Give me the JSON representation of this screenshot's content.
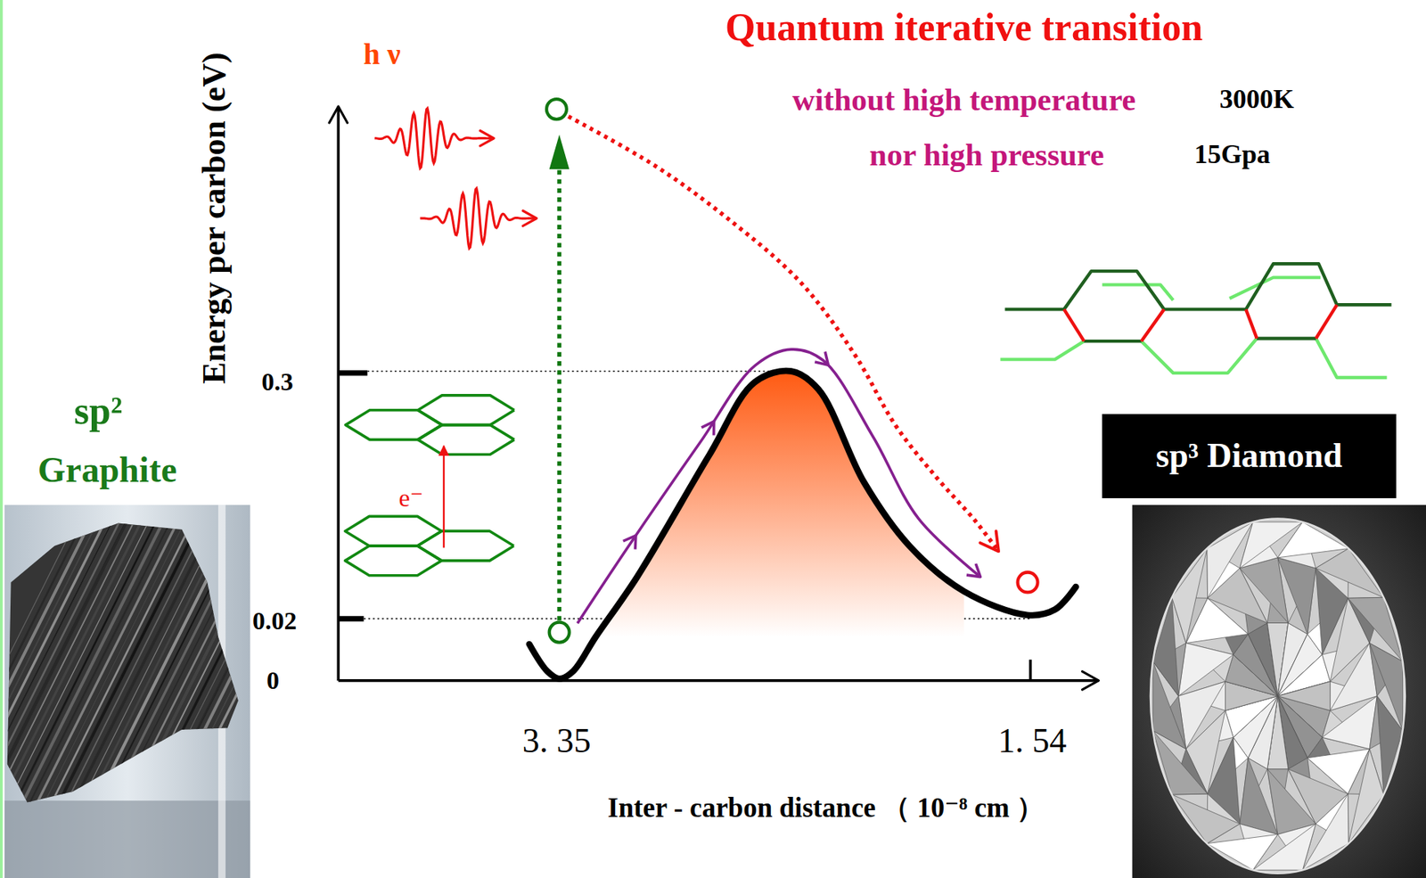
{
  "diagram": {
    "title": "Quantum iterative transition",
    "nodes": [
      {
        "text": [
          "sp³ Diamond"
        ]
      }
    ],
    "labels": [
      "h ν",
      "without high temperature",
      "3000K",
      "nor high pressure",
      "15Gpa",
      "Energy per carbon (eV)",
      "0.3",
      "sp²",
      "Graphite",
      "e⁻",
      "0.02",
      "0",
      "3. 35",
      "1. 54",
      "Inter - carbon distance （ 10⁻⁸ cm ）"
    ]
  }
}
